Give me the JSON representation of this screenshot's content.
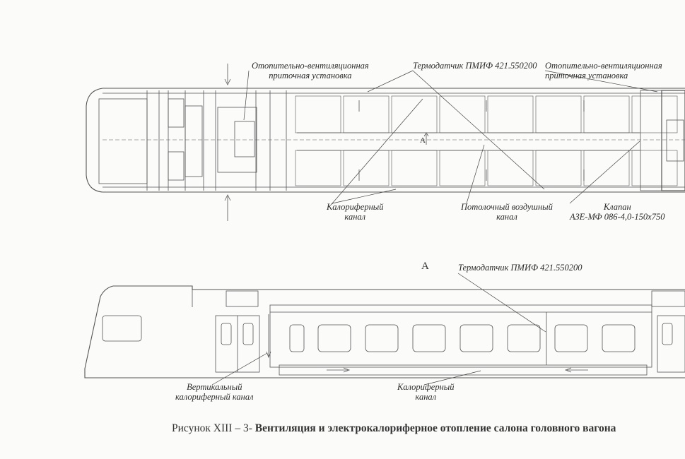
{
  "plan_view": {
    "labels": {
      "unit_left": "Отопительно-вентиляционная\nприточная установка",
      "sensor_top": "Термодатчик ПМИФ 421.550200",
      "unit_right": "Отопительно-вентиляционная\nприточная установка",
      "heater_channel": "Калориферный\nканал",
      "ceiling_duct": "Потолочный воздушный\nканал",
      "valve": "Клапан\nАЗЕ-МФ 086-4,0-150x750",
      "section_arrow": "А"
    }
  },
  "side_view": {
    "view_letter": "А",
    "labels": {
      "sensor": "Термодатчик ПМИФ 421.550200",
      "vertical_channel": "Вертикальный\nкалориферный канал",
      "heater_channel": "Калориферный\nканал"
    }
  },
  "caption": {
    "prefix": "Рисунок XIII – 3- ",
    "title": "Вентиляция и электрокалориферное отопление салона головного вагона"
  }
}
